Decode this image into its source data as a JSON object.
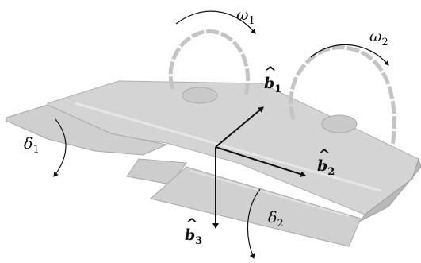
{
  "labels": {
    "omega1": {
      "sym": "ω",
      "sub": "1"
    },
    "omega2": {
      "sym": "ω",
      "sub": "2"
    },
    "delta1": {
      "sym": "δ",
      "sub": "1"
    },
    "delta2": {
      "sym": "δ",
      "sub": "2"
    },
    "b1": {
      "sym": "b",
      "hat": "^",
      "sub": "1"
    },
    "b2": {
      "sym": "b",
      "hat": "^",
      "sub": "2"
    },
    "b3": {
      "sym": "b",
      "hat": "^",
      "sub": "3"
    }
  },
  "colors": {
    "wing_fill": "#d2d2d2",
    "wing_shade": "#bdbdbd",
    "wing_edge": "#a8a8a8",
    "prop_ring": "#c4c4c4",
    "axis": "#111111"
  }
}
